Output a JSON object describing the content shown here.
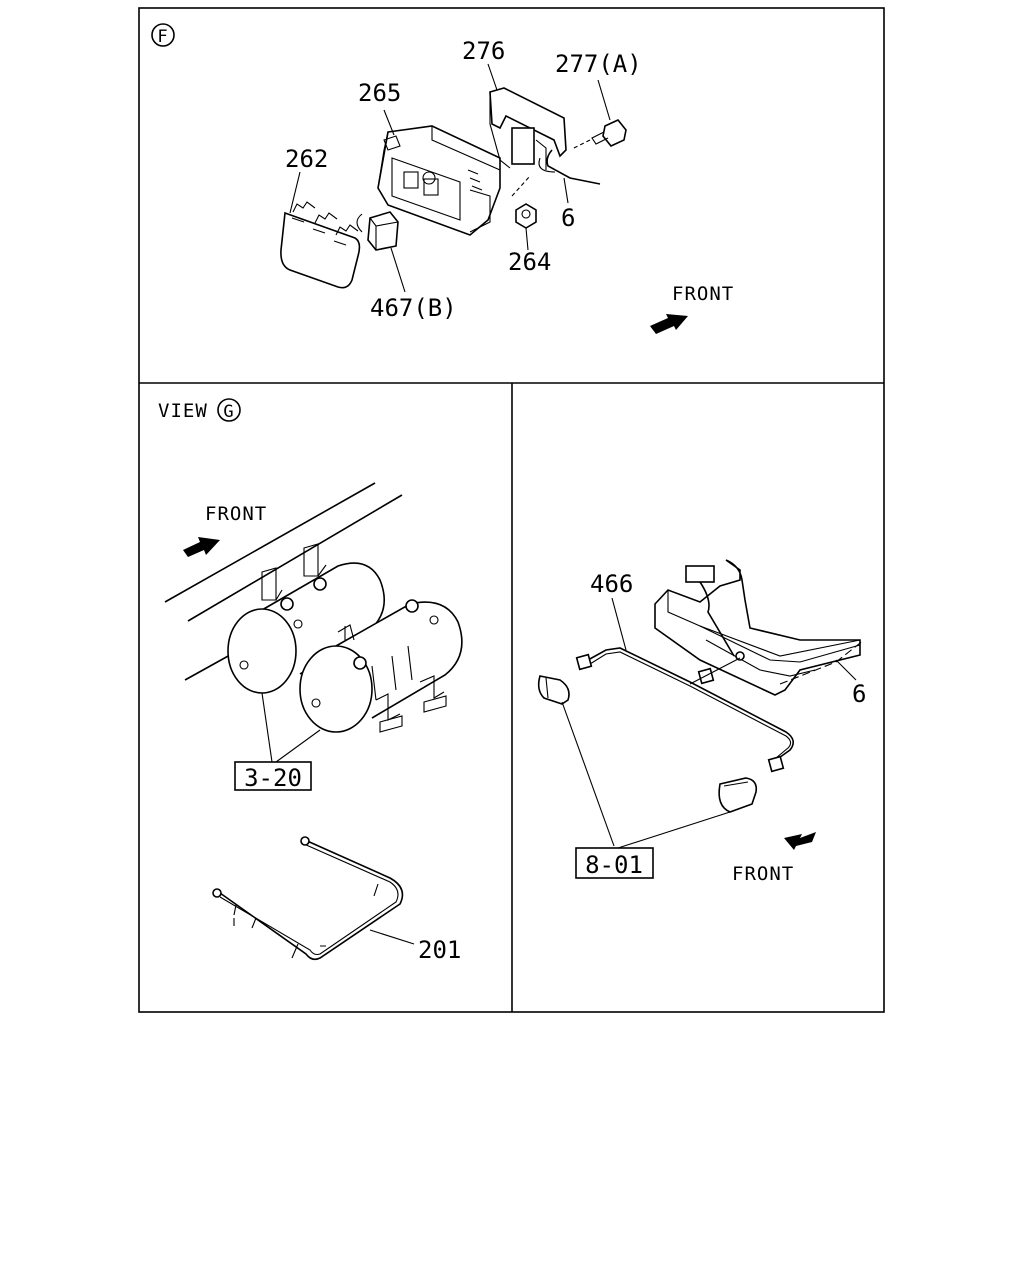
{
  "panel_f": {
    "marker": "F",
    "labels": {
      "p276": "276",
      "p277a": "277(A)",
      "p265": "265",
      "p262": "262",
      "p6": "6",
      "p264": "264",
      "p467b": "467(B)"
    },
    "front_label": "FRONT"
  },
  "panel_g": {
    "view_label": "VIEW",
    "marker": "G",
    "front_label": "FRONT",
    "ref_box": "3-20",
    "labels": {
      "p201": "201"
    }
  },
  "panel_right": {
    "labels": {
      "p466": "466",
      "p6": "6"
    },
    "ref_box": "8-01",
    "front_label": "FRONT"
  }
}
